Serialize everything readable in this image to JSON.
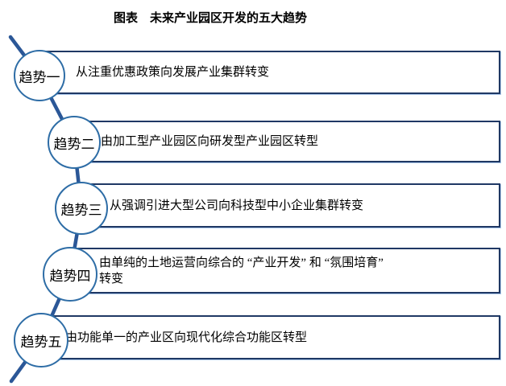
{
  "title": "图表　未来产业园区开发的五大趋势",
  "trends": [
    {
      "label": "趋势一",
      "text": "从注重优惠政策向发展产业集群转变"
    },
    {
      "label": "趋势二",
      "text": "由加工型产业园区向研发型产业园区转型"
    },
    {
      "label": "趋势三",
      "text": "从强调引进大型公司向科技型中小企业集群转变"
    },
    {
      "label": "趋势四",
      "text": "由单纯的土地运营向综合的 “产业开发” 和 “氛围培育”",
      "text2": "转变"
    },
    {
      "label": "趋势五",
      "text": "由功能单一的产业区向现代化综合功能区转型"
    }
  ],
  "colors": {
    "box_border": "#1F3864",
    "circle_border": "#2E6DA6",
    "connector": "#2B5797",
    "text": "#000000"
  }
}
